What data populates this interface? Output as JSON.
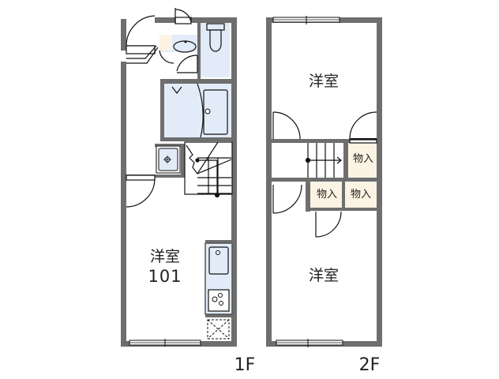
{
  "floor_plan": {
    "colors": {
      "wall": "#6e6e6e",
      "wet_area": "#e2ecf8",
      "storage": "#fbf4e3",
      "line": "#111111",
      "background": "#ffffff"
    },
    "floor_1": {
      "label": "1F",
      "rooms": [
        {
          "name": "洋室",
          "number": "101"
        }
      ],
      "fixtures": [
        "entrance-door",
        "shoe-cabinet",
        "washbasin",
        "toilet",
        "bathtub",
        "washing-machine-pan",
        "stairs",
        "kitchen-sink",
        "stove",
        "refrigerator-space",
        "window"
      ]
    },
    "floor_2": {
      "label": "2F",
      "rooms": [
        {
          "name": "洋室"
        },
        {
          "name": "洋室"
        }
      ],
      "storage": [
        {
          "label": "物入"
        },
        {
          "label": "物入"
        },
        {
          "label": "物入"
        }
      ],
      "fixtures": [
        "stairs",
        "window-top",
        "window-bottom"
      ]
    }
  }
}
